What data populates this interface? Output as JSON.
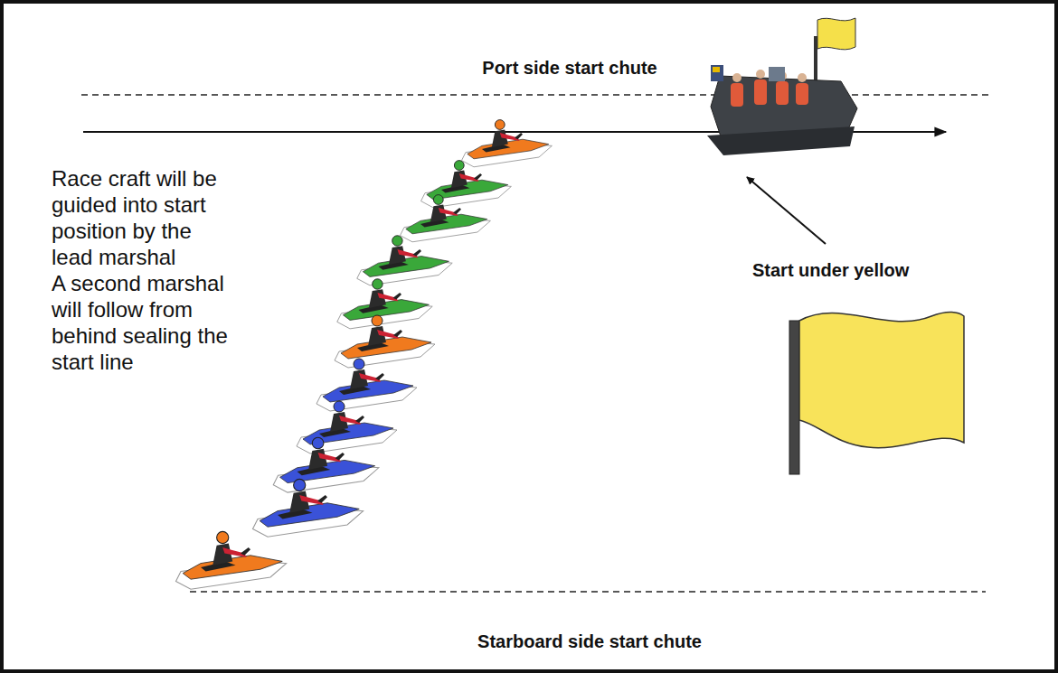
{
  "diagram": {
    "labels": [
      "Port side start chute",
      "Race craft will be guided into start position by the lead marshal",
      "A second marshal will follow from behind sealing the start line",
      "Start under yellow",
      "Starboard side start chute"
    ]
  }
}
